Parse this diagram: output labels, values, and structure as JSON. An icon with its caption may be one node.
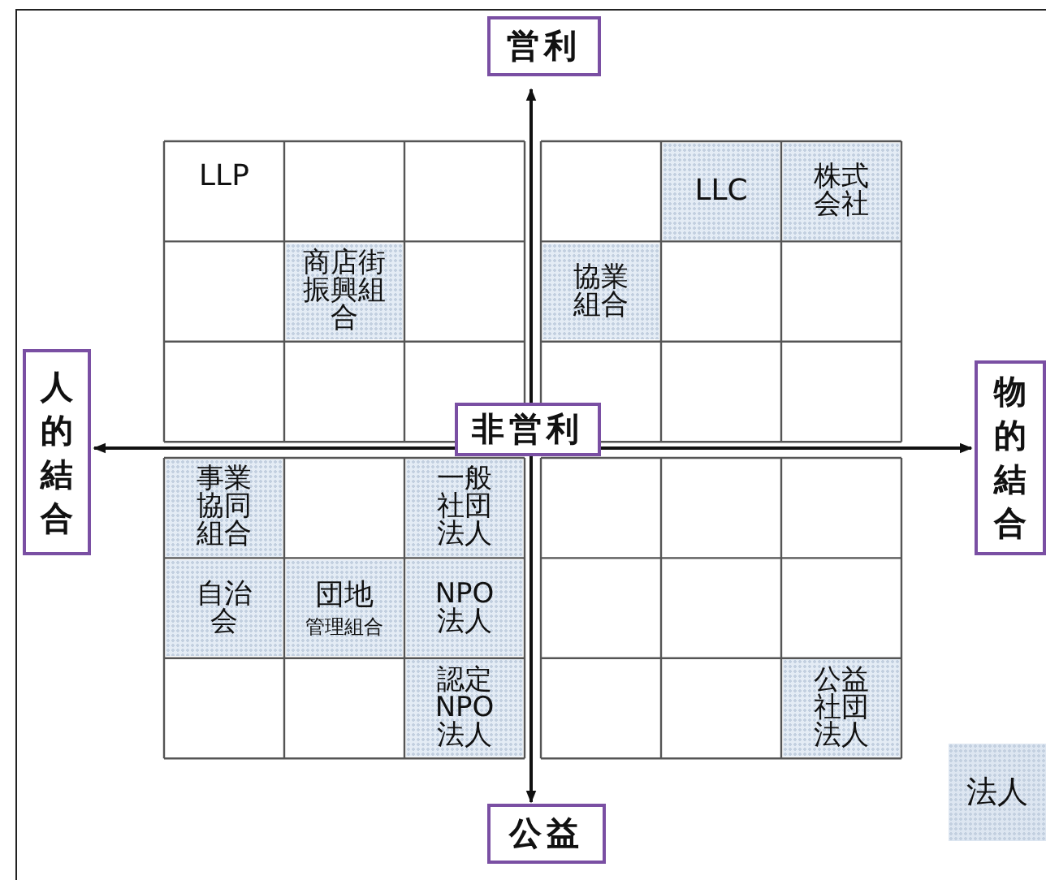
{
  "diagram": {
    "nodes": [
      {
        "text": [
          "営利"
        ]
      },
      {
        "text": [
          "LLP"
        ]
      },
      {
        "text": [
          "LLC"
        ]
      },
      {
        "text": [
          "株式会社"
        ]
      },
      {
        "text": [
          "商店街振興組合"
        ]
      },
      {
        "text": [
          "協業組合"
        ]
      },
      {
        "text": [
          "人的結合"
        ]
      },
      {
        "text": [
          "非営利"
        ]
      },
      {
        "text": [
          "物的結合"
        ]
      },
      {
        "text": [
          "事業協同組合"
        ]
      },
      {
        "text": [
          "一般社団法人"
        ]
      },
      {
        "text": [
          "自治会"
        ]
      },
      {
        "text": [
          "団地",
          "管理組合"
        ]
      },
      {
        "text": [
          "NPO法人"
        ]
      },
      {
        "text": [
          "認定NPO法人"
        ]
      },
      {
        "text": [
          "公益社団法人"
        ]
      },
      {
        "text": [
          "公益"
        ]
      }
    ],
    "edges": [
      {
        "from": 7,
        "to": 0,
        "arrow": "to"
      },
      {
        "from": 7,
        "to": 6,
        "arrow": "to"
      },
      {
        "from": 7,
        "to": 8,
        "arrow": "to"
      },
      {
        "from": 7,
        "to": 16,
        "arrow": "to"
      }
    ],
    "legend": [
      {
        "text": "法人",
        "color": "#dde6f1"
      }
    ]
  }
}
